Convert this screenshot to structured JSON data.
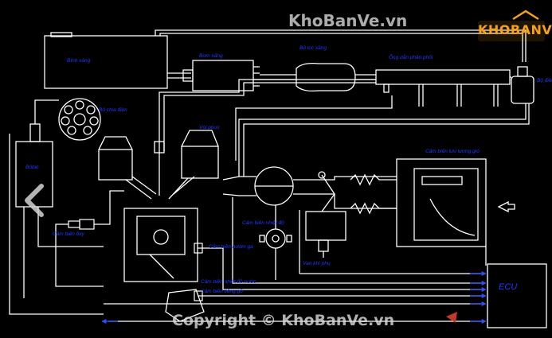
{
  "watermark": {
    "top": "KhoBanVe.vn",
    "bottom": "Copyright © KhoBanVe.vn",
    "logo_text": "KHOBANVE"
  },
  "labels": {
    "fuel_tank": "Bình xăng",
    "fuel_pump": "Bơm xăng",
    "fuel_filter": "Bộ lọc xăng",
    "fuel_rail": "Ống dẫn phân phối",
    "regulator": "Bộ điều áp",
    "distributor": "Bộ chia điện",
    "injector": "Vòi phun",
    "ignition_coil": "Bôbin",
    "air_flow_meter": "Cảm biến lưu lượng gió",
    "temp_sensor": "Cảm biến nhiệt độ",
    "idle_valve": "Van khí phụ",
    "throttle_sensor": "Cảm biến bướm ga",
    "o2_sensor": "Cảm biến ôxy",
    "coolant_sensor": "Cảm biến nhiệt độ nước",
    "knock_sensor": "Cảm biến tiếng gõ",
    "ecu": "ECU"
  },
  "colors": {
    "line": "#ffffff",
    "label": "#1e3cff",
    "ecu_arrow": "#3050ff",
    "sensor_marker": "#c0392b",
    "logo": "#f7a11a"
  }
}
